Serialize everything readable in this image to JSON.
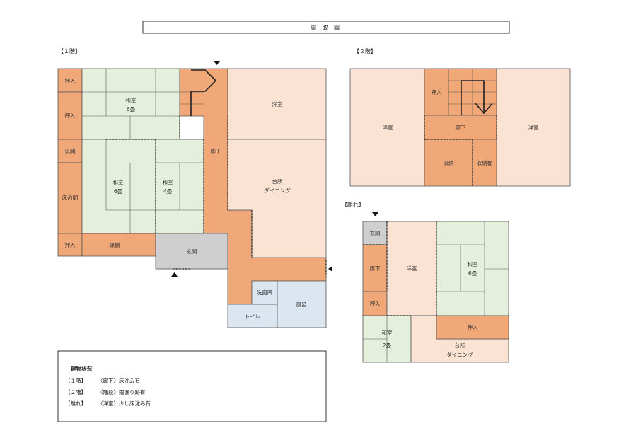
{
  "title": "間 取 図",
  "colors": {
    "corridor": "#f0a878",
    "western": "#fbe3d4",
    "tatami": "#e4f0dc",
    "entrance": "#cfcfcf",
    "bath": "#dbe6f1",
    "line": "#555555"
  },
  "floor1": {
    "label": "【１階】",
    "rooms": {
      "oshiire_top": "押入",
      "oshiire_mid": "押入",
      "washitsu_top": "和室",
      "washitsu_top_size": "6畳",
      "butsuma": "仏間",
      "tokonoma": "床の間",
      "washitsu_mid": "和室",
      "washitsu_mid_size": "6畳",
      "washitsu_right": "和室",
      "washitsu_right_size": "4畳",
      "oshiire_bottom": "押入",
      "engawa": "縁側",
      "genkan": "玄関",
      "rouka": "廊下",
      "youshitsu": "洋室",
      "kitchen": "台所",
      "dining": "ダイニング",
      "senmenjo": "洗面所",
      "toilet": "トイレ",
      "furo": "風呂"
    }
  },
  "floor2": {
    "label": "【２階】",
    "rooms": {
      "youshitsu_left": "洋室",
      "oshiire": "押入",
      "rouka": "廊下",
      "youshitsu_right": "洋室",
      "shuno": "収納",
      "shunodana": "収納棚"
    }
  },
  "annex": {
    "label": "【離れ】",
    "rooms": {
      "genkan": "玄関",
      "rouka": "廊下",
      "oshiire_left": "押入",
      "youshitsu": "洋室",
      "washitsu6": "和室",
      "washitsu6_size": "6畳",
      "oshiire_right": "押入",
      "washitsu2": "和室",
      "washitsu2_size": "2畳",
      "kitchen": "台所",
      "dining": "ダイニング"
    }
  },
  "notes": {
    "heading": "建物状況",
    "rows": [
      {
        "floor": "【１階】",
        "text": "〈廊下〉床沈み有"
      },
      {
        "floor": "【２階】",
        "text": "〈階段〉雨漏り跡有"
      },
      {
        "floor": "【離れ】",
        "text": "〈洋室〉少し床沈み有"
      }
    ]
  }
}
